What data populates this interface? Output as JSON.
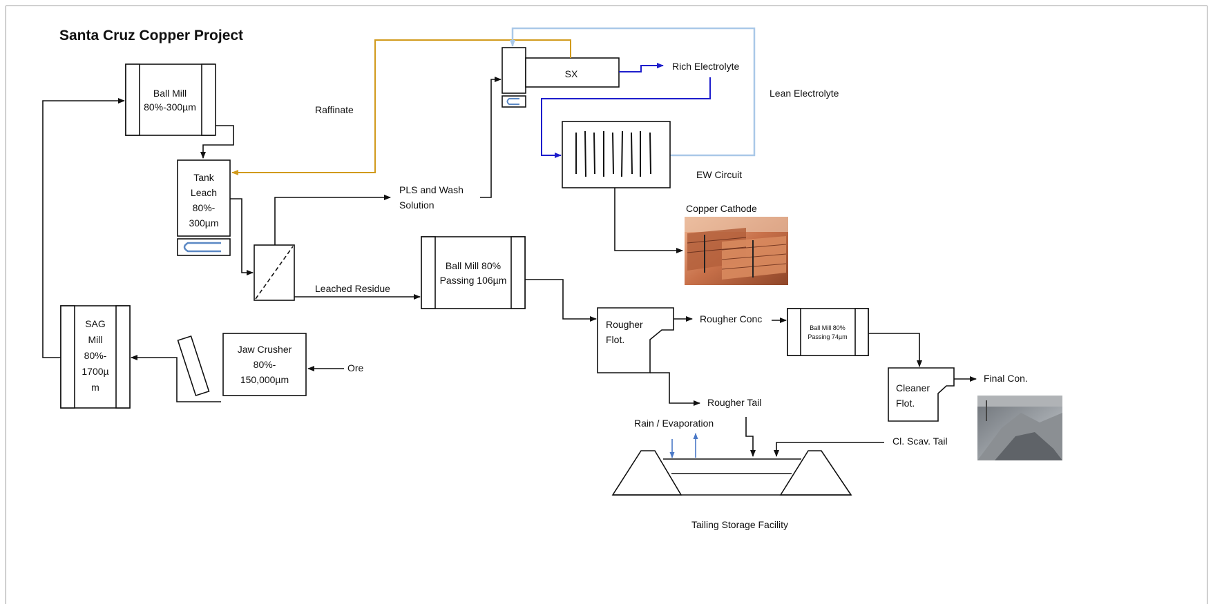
{
  "title": "Santa Cruz Copper Project",
  "labels": {
    "ball_mill_1": [
      "Ball Mill",
      "80%-300µm"
    ],
    "tank_leach": [
      "Tank",
      "Leach",
      "80%-",
      "300µm"
    ],
    "sag_mill": [
      "SAG",
      "Mill",
      "80%-",
      "1700µ",
      "m"
    ],
    "jaw_crusher": [
      "Jaw Crusher",
      "80%-",
      "150,000µm"
    ],
    "ore": "Ore",
    "raffinate": "Raffinate",
    "pls": [
      "PLS and Wash",
      "Solution"
    ],
    "leached_residue": "Leached Residue",
    "ball_mill_2": [
      "Ball Mill 80%",
      "Passing 106µm"
    ],
    "sx": "SX",
    "rich_electrolyte": "Rich Electrolyte",
    "lean_electrolyte": "Lean Electrolyte",
    "ew_circuit": "EW Circuit",
    "copper_cathode": "Copper Cathode",
    "rougher_flot": [
      "Rougher",
      "Flot."
    ],
    "rougher_conc": "Rougher Conc",
    "ball_mill_3": [
      "Ball Mill 80%",
      "Passing 74µm"
    ],
    "cleaner_flot": [
      "Cleaner",
      "Flot."
    ],
    "final_con": "Final Con.",
    "rougher_tail": "Rougher Tail",
    "rain_evap": "Rain / Evaporation",
    "cl_scav_tail": "Cl. Scav. Tail",
    "tailing_storage": "Tailing Storage Facility"
  },
  "colors": {
    "raffinate": "#d19a1c",
    "lean_electrolyte": "#a9c8e8",
    "rich_electrolyte": "#1d1dcc",
    "rain_arrows": "#4a78c6",
    "copper": "#c8714a"
  }
}
